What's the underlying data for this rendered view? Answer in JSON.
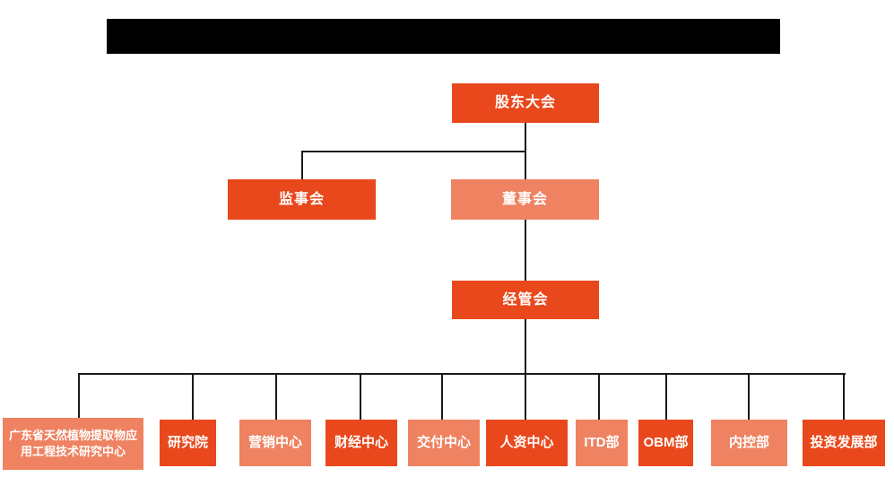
{
  "header": {
    "redacted_title": ""
  },
  "org_chart": {
    "colors": {
      "primary_dark": "#E8481C",
      "primary_light": "#EE8261",
      "connector": "#1A1A1A",
      "redaction_bar": "#000000",
      "node_text": "#FFFFFF"
    },
    "nodes": {
      "shareholders_meeting": {
        "label": "股东大会",
        "variant": "dark"
      },
      "supervisory_board": {
        "label": "监事会",
        "variant": "dark"
      },
      "board_of_directors": {
        "label": "董事会",
        "variant": "light"
      },
      "management_committee": {
        "label": "经管会",
        "variant": "dark"
      }
    },
    "departments": [
      {
        "label": "广东省天然植物提取物应用工程技术研究中心",
        "variant": "light"
      },
      {
        "label": "研究院",
        "variant": "dark"
      },
      {
        "label": "营销中心",
        "variant": "light"
      },
      {
        "label": "财经中心",
        "variant": "dark"
      },
      {
        "label": "交付中心",
        "variant": "light"
      },
      {
        "label": "人资中心",
        "variant": "dark"
      },
      {
        "label": "ITD部",
        "variant": "light"
      },
      {
        "label": "OBM部",
        "variant": "dark"
      },
      {
        "label": "内控部",
        "variant": "light"
      },
      {
        "label": "投资发展部",
        "variant": "dark"
      }
    ]
  }
}
